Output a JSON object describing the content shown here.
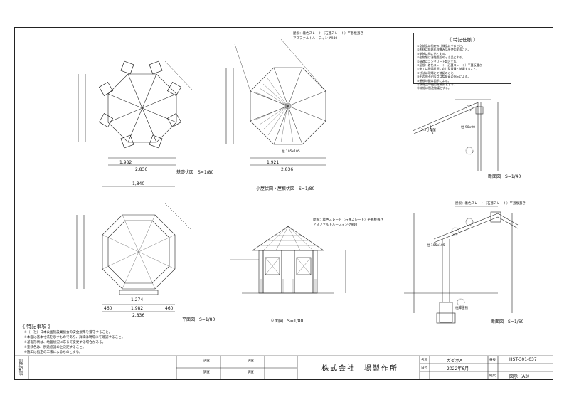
{
  "views": {
    "foundation": "基礎伏図　S=1/80",
    "roof_plan": "小屋伏図・屋根伏図　S=1/80",
    "section_small": "断面図　S=1/40",
    "floor_plan": "平面図　S=1/80",
    "elevation": "立面図　S=1/80",
    "section_large": "断面図　S=1/60"
  },
  "dimensions": {
    "d1982": "1,982",
    "d2836": "2,836",
    "d1921": "1,921",
    "d1840": "1,840",
    "d460": "460",
    "d1274": "1,274"
  },
  "callouts": {
    "roof_material": "屋根：着色スレート（石葺スレート）平葺板葺き",
    "asphalt": "アスファルトルーフィング940",
    "column": "柱 105x105",
    "post": "柱 90x90",
    "pillar_foundation": "柱脚金物",
    "slope": "2.5寸勾配"
  },
  "spec": {
    "title": "《 特記仕様 》",
    "lines": [
      "①全部品は指定の仕様品にすること。",
      "②木材は防腐処理済み品を使用すること。",
      "③塗装は指定色とする。",
      "④金物類は溶融亜鉛めっき品とする。",
      "⑤基礎はコンクリート製とする。",
      "⑥屋根：着色スレート（石葺スレート）平葺板葺き",
      "⑦施工は現場状況に応じ監督員と協議すること。",
      "⑧寸法は現場にて確認のこと。",
      "⑨その他不明な点は監督員の指示による。",
      "⑩屋根勾配は図示による。",
      "⑪規格品の使用を原則とする。",
      "⑫詳細は別途協議とする。"
    ]
  },
  "notes": {
    "title": "《 特記事項 》",
    "lines": [
      "※（一社）日本公園施設業協会の安全規準を遵守すること。",
      "※本図は基本寸法を示すものであり、詳細は現場にて確認すること。",
      "※基礎形状は、地盤状況に応じて変更する場合がある。",
      "※塗装色は、別途協議の上決定すること。",
      "※施工は指定の工法によるものとする。"
    ]
  },
  "title_block": {
    "revision": "訂正記事",
    "check1": "調査",
    "check2": "調査",
    "check3": "調査",
    "check4": "調査",
    "company": "株式会社　場製作所",
    "name_label": "名称",
    "name": "ガゼボA",
    "date_label": "日付",
    "date": "2022年6月",
    "number_label": "番号",
    "number": "HST-301-037",
    "scale_label": "縮尺",
    "scale": "図示（A3）"
  }
}
